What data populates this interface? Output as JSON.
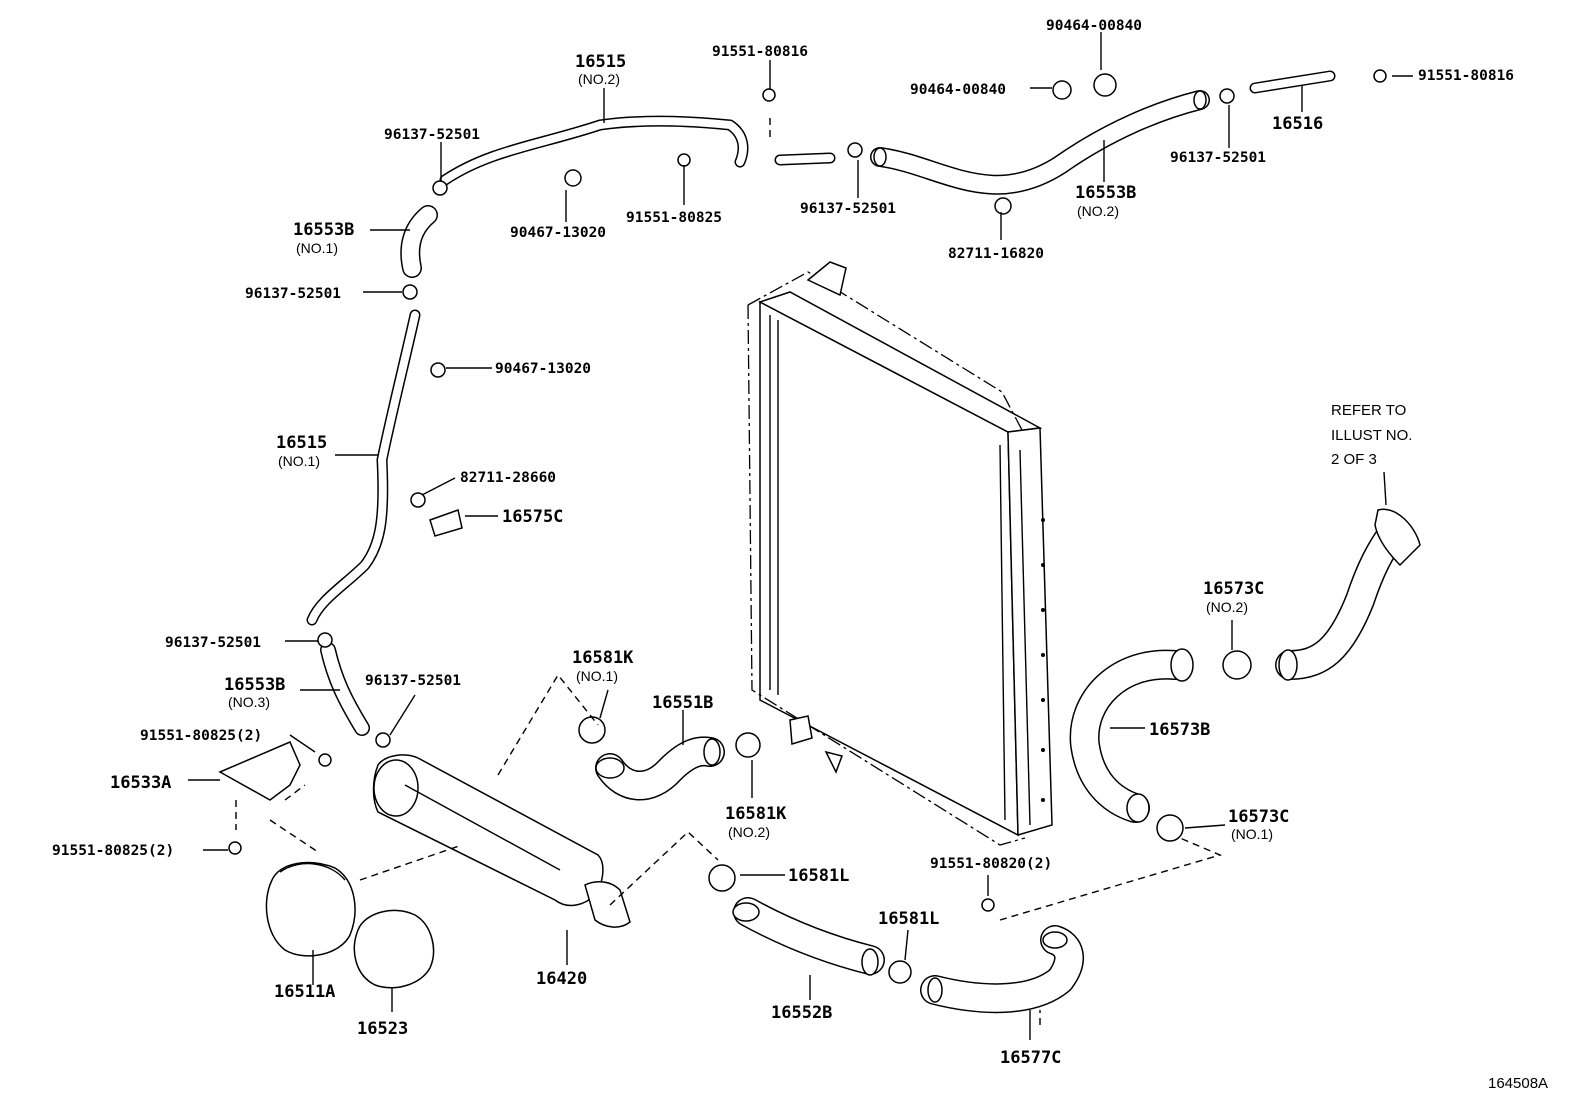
{
  "diagram_code": "164508A",
  "labels": {
    "p16515_no2": "16515",
    "p16515_no2_sub": "(NO.2)",
    "b91551_80816_top": "91551-80816",
    "c90464_00840_top": "90464-00840",
    "c90464_00840_left": "90464-00840",
    "b91551_80816_right": "91551-80816",
    "p16516": "16516",
    "c96137_52501_a": "96137-52501",
    "c96137_52501_b": "96137-52501",
    "c96137_52501_c": "96137-52501",
    "c96137_52501_d": "96137-52501",
    "c96137_52501_e": "96137-52501",
    "c96137_52501_f": "96137-52501",
    "p16553b_no1": "16553B",
    "p16553b_no1_sub": "(NO.1)",
    "c90467_13020_top": "90467-13020",
    "b91551_80825_top": "91551-80825",
    "p16553b_no2": "16553B",
    "p16553b_no2_sub": "(NO.2)",
    "c82711_16820": "82711-16820",
    "c90467_13020_mid": "90467-13020",
    "p16515_no1": "16515",
    "p16515_no1_sub": "(NO.1)",
    "c82711_28660": "82711-28660",
    "p16575c": "16575C",
    "refer_line1": "REFER TO",
    "refer_line2": "ILLUST NO.",
    "refer_line3": "2 OF 3",
    "p16573c_no2": "16573C",
    "p16573c_no2_sub": "(NO.2)",
    "p16581k_no1": "16581K",
    "p16581k_no1_sub": "(NO.1)",
    "p16553b_no3": "16553B",
    "p16553b_no3_sub": "(NO.3)",
    "p16551b": "16551B",
    "p16573b": "16573B",
    "b91551_80825_2a": "91551-80825(2)",
    "p16533a": "16533A",
    "p16581k_no2": "16581K",
    "p16581k_no2_sub": "(NO.2)",
    "p16573c_no1": "16573C",
    "p16573c_no1_sub": "(NO.1)",
    "b91551_80825_2b": "91551-80825(2)",
    "b91551_80820_2": "91551-80820(2)",
    "p16581l_a": "16581L",
    "p16581l_b": "16581L",
    "p16511a": "16511A",
    "p16420": "16420",
    "p16523": "16523",
    "p16552b": "16552B",
    "p16577c": "16577C"
  }
}
